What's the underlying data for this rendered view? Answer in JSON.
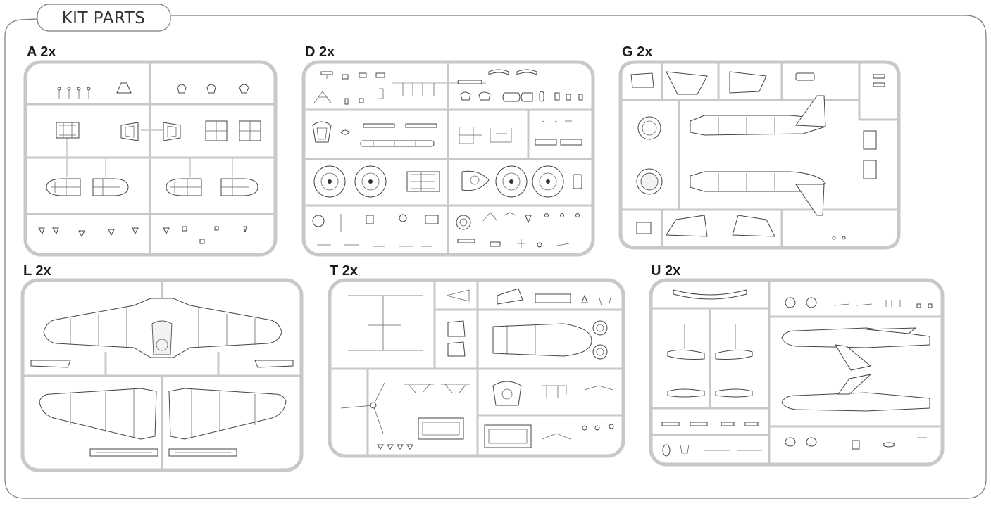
{
  "header": {
    "title": "KIT PARTS"
  },
  "sprues": [
    {
      "id": "A",
      "label": "A 2x"
    },
    {
      "id": "D",
      "label": "D 2x"
    },
    {
      "id": "G",
      "label": "G 2x"
    },
    {
      "id": "L",
      "label": "L 2x"
    },
    {
      "id": "T",
      "label": "T 2x"
    },
    {
      "id": "U",
      "label": "U 2x"
    }
  ],
  "colors": {
    "runner": "#c8c8c8",
    "outline": "#444444",
    "frame": "#7a7a7a"
  }
}
